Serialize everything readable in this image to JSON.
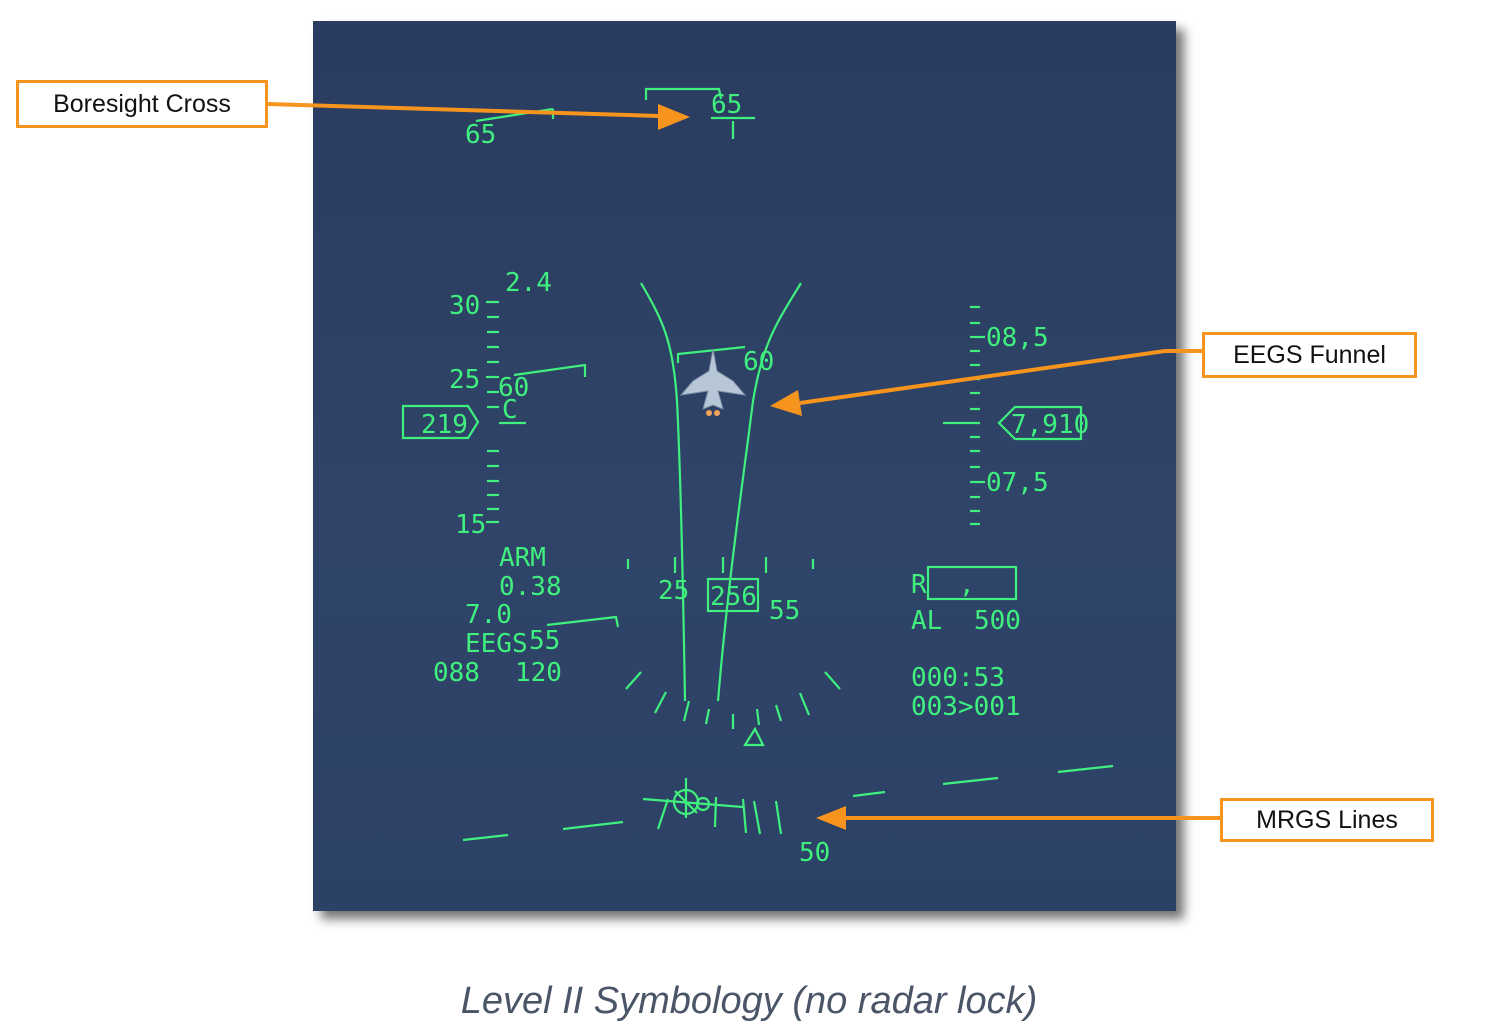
{
  "figure": {
    "caption": "Level II Symbology (no radar lock)"
  },
  "callouts": {
    "boresight": "Boresight Cross",
    "eegs": "EEGS Funnel",
    "mrgs": "MRGS Lines",
    "color": "#f7941d"
  },
  "hud": {
    "color": "#3ff07e",
    "pitch_top_left": "65",
    "pitch_top_right": "65",
    "speed_scale": [
      "30",
      "25",
      "15"
    ],
    "speed_box": "219",
    "g_value": "2.4",
    "pitch_mid": "60",
    "c_marker": "C",
    "arm_label": "ARM",
    "mach": "0.38",
    "g_max": "7.0",
    "mode": "EEGS",
    "bottom_left_a": "088",
    "bottom_left_b": "120",
    "pitch_55": "55",
    "funnel_pitch": "60",
    "heading_left": "25",
    "heading_box": "256",
    "heading_right": "55",
    "alt_top": "08,5",
    "alt_box": "7,910",
    "alt_bottom": "07,5",
    "range_label": "R",
    "range_value": ",",
    "al_label": "AL",
    "al_value": "500",
    "timer": "000:53",
    "steer": "003>001",
    "pitch_50": "50"
  }
}
